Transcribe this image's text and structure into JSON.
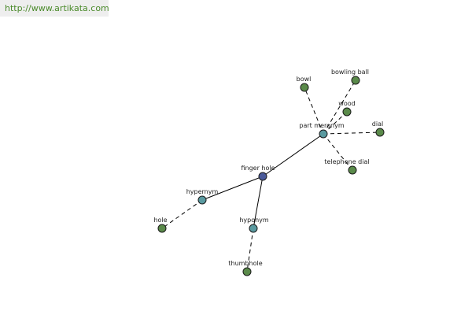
{
  "header": {
    "url_text": "http://www.artikata.com"
  },
  "colors": {
    "root_node": "#4a5a9a",
    "relation_node": "#5a9aa0",
    "leaf_node": "#5a8a4a",
    "edge": "#000000"
  },
  "graph": {
    "nodes": [
      {
        "id": "finger-hole",
        "label": "finger hole",
        "kind": "root"
      },
      {
        "id": "part-meronym",
        "label": "part meronym",
        "kind": "relation"
      },
      {
        "id": "hypernym",
        "label": "hypernym",
        "kind": "relation"
      },
      {
        "id": "hyponym",
        "label": "hyponym",
        "kind": "relation"
      },
      {
        "id": "bowl",
        "label": "bowl",
        "kind": "leaf"
      },
      {
        "id": "bowling-ball",
        "label": "bowling ball",
        "kind": "leaf"
      },
      {
        "id": "wood",
        "label": "wood",
        "kind": "leaf"
      },
      {
        "id": "dial",
        "label": "dial",
        "kind": "leaf"
      },
      {
        "id": "telephone-dial",
        "label": "telephone dial",
        "kind": "leaf"
      },
      {
        "id": "hole",
        "label": "hole",
        "kind": "leaf"
      },
      {
        "id": "thumbhole",
        "label": "thumbhole",
        "kind": "leaf"
      }
    ],
    "edges": [
      {
        "from": "finger-hole",
        "to": "part-meronym",
        "style": "solid"
      },
      {
        "from": "finger-hole",
        "to": "hypernym",
        "style": "solid"
      },
      {
        "from": "finger-hole",
        "to": "hyponym",
        "style": "solid"
      },
      {
        "from": "part-meronym",
        "to": "bowl",
        "style": "dashed"
      },
      {
        "from": "part-meronym",
        "to": "bowling-ball",
        "style": "dashed"
      },
      {
        "from": "part-meronym",
        "to": "wood",
        "style": "dashed"
      },
      {
        "from": "part-meronym",
        "to": "dial",
        "style": "dashed"
      },
      {
        "from": "part-meronym",
        "to": "telephone-dial",
        "style": "dashed"
      },
      {
        "from": "hypernym",
        "to": "hole",
        "style": "dashed"
      },
      {
        "from": "hyponym",
        "to": "thumbhole",
        "style": "dashed"
      }
    ]
  }
}
